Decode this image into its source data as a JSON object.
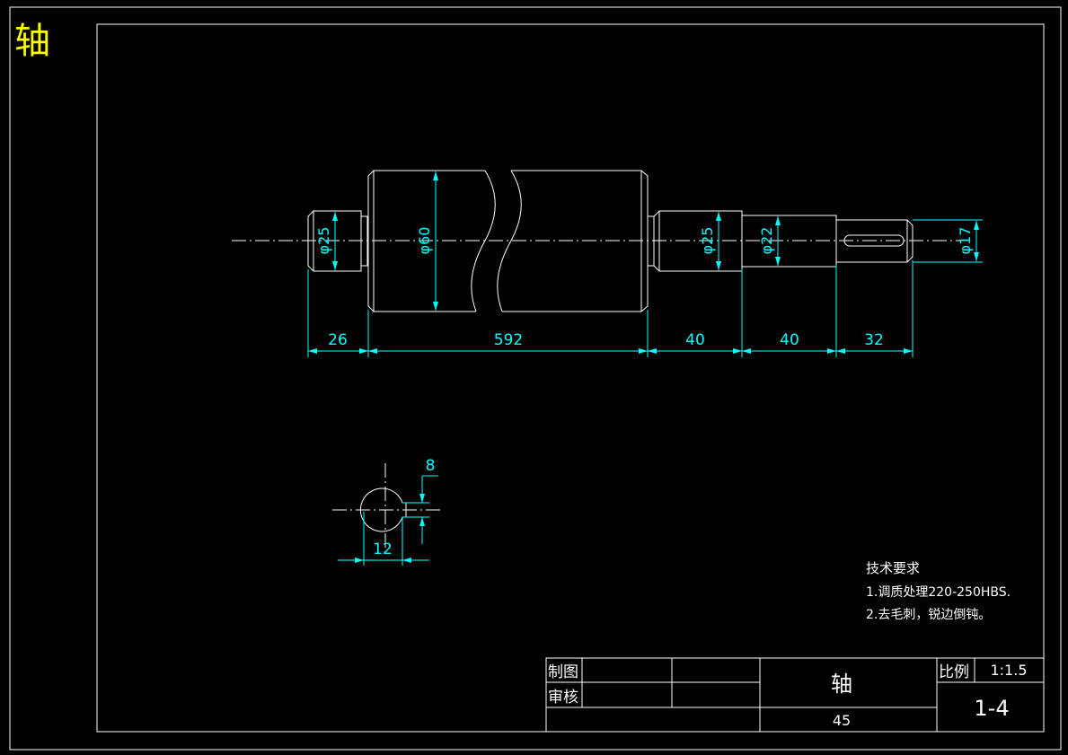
{
  "corner_title": "轴",
  "colors": {
    "background": "#000000",
    "outline": "#ffffff",
    "dimension": "#00ffff",
    "corner_title": "#ffff00"
  },
  "dimensions": {
    "lengths": [
      "26",
      "592",
      "40",
      "40",
      "32"
    ],
    "diameters": [
      "φ25",
      "φ60",
      "φ25",
      "φ22",
      "φ17"
    ],
    "section_key_depth": "8",
    "section_width": "12"
  },
  "technical_requirements": {
    "heading": "技术要求",
    "items": [
      "1.调质处理220-250HBS.",
      "2.去毛刺，锐边倒钝。"
    ]
  },
  "title_block": {
    "drawn_label": "制图",
    "checked_label": "审核",
    "part_name": "轴",
    "material": "45",
    "scale_label": "比例",
    "scale_value": "1:1.5",
    "drawing_number": "1-4"
  }
}
